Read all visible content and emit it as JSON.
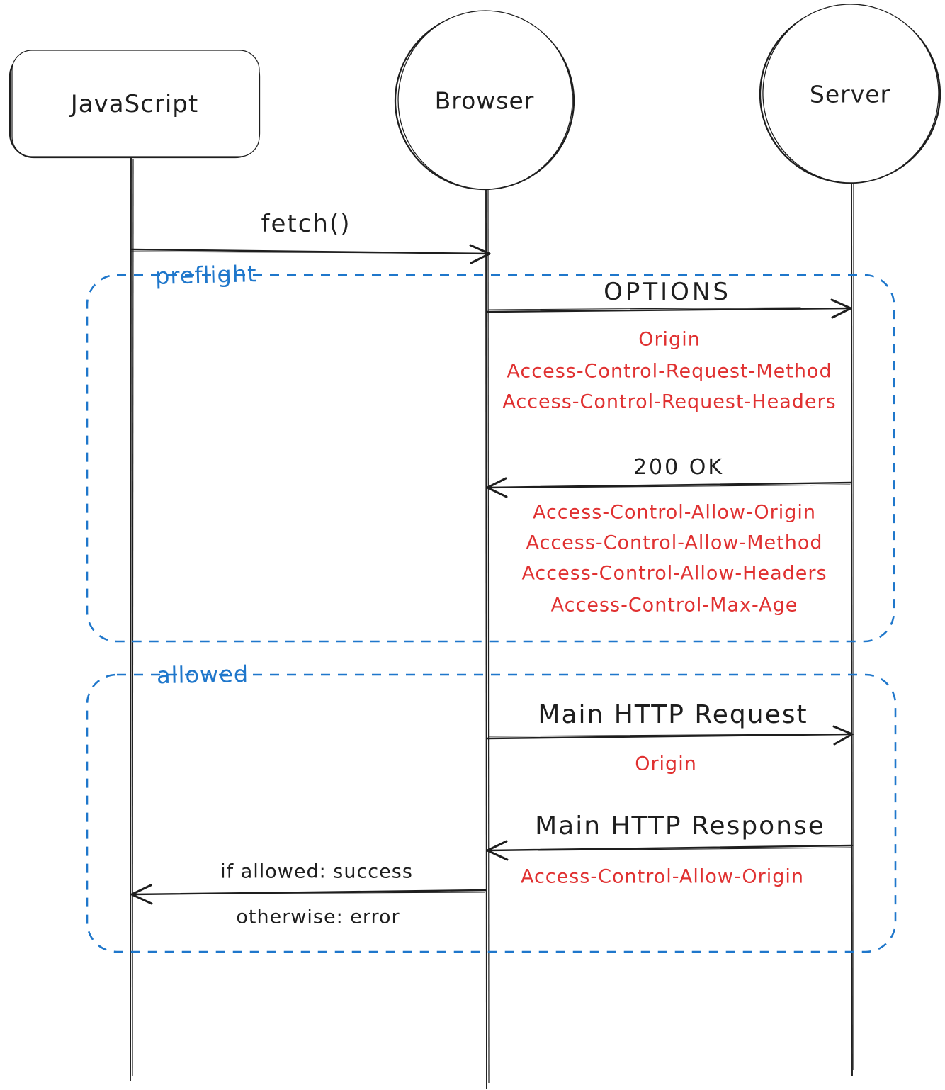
{
  "diagram": {
    "type": "sequence-diagram",
    "topic": "CORS preflight flow",
    "actors": [
      {
        "id": "javascript",
        "label": "JavaScript",
        "shape": "rounded-rectangle"
      },
      {
        "id": "browser",
        "label": "Browser",
        "shape": "circle"
      },
      {
        "id": "server",
        "label": "Server",
        "shape": "circle"
      }
    ],
    "groups": [
      {
        "label": "preflight"
      },
      {
        "label": "allowed"
      }
    ],
    "messages": [
      {
        "from": "JavaScript",
        "to": "Browser",
        "label": "fetch()"
      },
      {
        "from": "Browser",
        "to": "Server",
        "label": "OPTIONS",
        "headers": [
          "Origin",
          "Access-Control-Request-Method",
          "Access-Control-Request-Headers"
        ]
      },
      {
        "from": "Server",
        "to": "Browser",
        "label": "200 OK",
        "headers": [
          "Access-Control-Allow-Origin",
          "Access-Control-Allow-Method",
          "Access-Control-Allow-Headers",
          "Access-Control-Max-Age"
        ]
      },
      {
        "from": "Browser",
        "to": "Server",
        "label": "Main HTTP Request",
        "headers": [
          "Origin"
        ]
      },
      {
        "from": "Server",
        "to": "Browser",
        "label": "Main HTTP Response",
        "headers": [
          "Access-Control-Allow-Origin"
        ]
      },
      {
        "from": "Browser",
        "to": "JavaScript",
        "label_above": "if allowed: success",
        "label_below": "otherwise: error"
      }
    ],
    "colors": {
      "stroke": "#1e1e1e",
      "header_text": "#e03131",
      "group_outline": "#1f77cb",
      "background": "#ffffff"
    }
  }
}
